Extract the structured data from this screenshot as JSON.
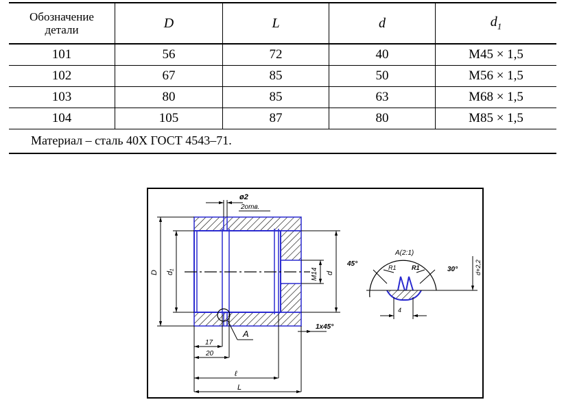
{
  "table": {
    "headers": {
      "designation": "Обозначение\nдетали",
      "D": "D",
      "L": "L",
      "d": "d",
      "d1_main": "d",
      "d1_sub": "1"
    },
    "rows": [
      {
        "designation": "101",
        "D": "56",
        "L": "72",
        "d": "40",
        "d1": "М45 × 1,5"
      },
      {
        "designation": "102",
        "D": "67",
        "L": "85",
        "d": "50",
        "d1": "М56 × 1,5"
      },
      {
        "designation": "103",
        "D": "80",
        "L": "85",
        "d": "63",
        "d1": "М68 × 1,5"
      },
      {
        "designation": "104",
        "D": "105",
        "L": "87",
        "d": "80",
        "d1": "М85 × 1,5"
      }
    ],
    "note": "Материал – сталь 40Х ГОСТ 4543–71."
  },
  "drawing": {
    "hole_dia": "ø2",
    "hole_count": "2отв.",
    "dim_D": "D",
    "dim_d1": "d₁",
    "dim_M14": "М14",
    "dim_d": "d",
    "label_A": "А",
    "chamfer": "1х45°",
    "dim_17": "17",
    "dim_20": "20",
    "dim_l": "ℓ",
    "dim_L": "L",
    "detail_title": "А(2:1)",
    "angle_45": "45°",
    "R1_left": "R1",
    "R1_right": "R1",
    "angle_30": "30°",
    "dim_d22": "d+2,2",
    "dim_4": "4"
  }
}
